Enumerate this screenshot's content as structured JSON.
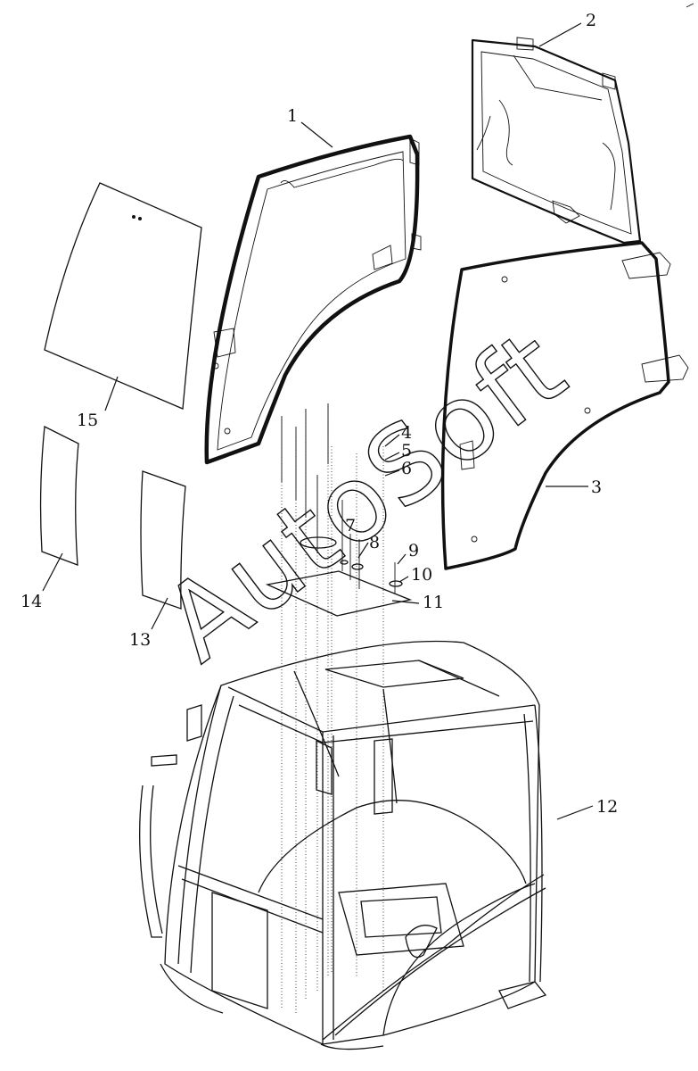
{
  "callouts": {
    "c1": "1",
    "c2": "2",
    "c3": "3",
    "c4": "4",
    "c5": "5",
    "c6": "6",
    "c7": "7",
    "c8": "8",
    "c9": "9",
    "c10": "10",
    "c11": "11",
    "c12": "12",
    "c13": "13",
    "c14": "14",
    "c15": "15"
  },
  "watermark": "AutoSoft",
  "colors": {
    "line": "#111111",
    "background": "#ffffff"
  }
}
